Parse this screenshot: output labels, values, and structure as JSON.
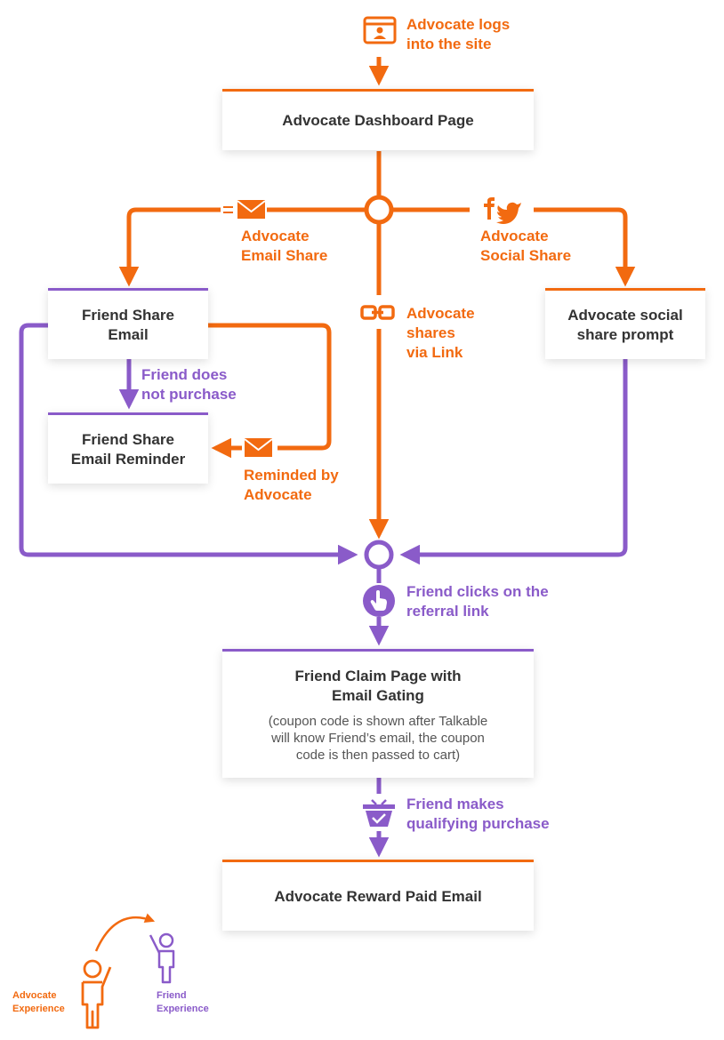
{
  "colors": {
    "advocate": "#f26a10",
    "friend": "#8a5bc9",
    "box_text": "#333333"
  },
  "steps": {
    "login": "Advocate logs\ninto the site",
    "dashboard": "Advocate Dashboard Page",
    "email_share": "Advocate\nEmail Share",
    "social_share": "Advocate\nSocial Share",
    "friend_share_email": "Friend Share\nEmail",
    "link_share": "Advocate\nshares\nvia Link",
    "social_prompt": "Advocate social\nshare prompt",
    "not_purchase": "Friend does\nnot purchase",
    "reminder": "Friend Share\nEmail Reminder",
    "reminded": "Reminded by\nAdvocate",
    "clicks": "Friend clicks on the\nreferral link",
    "claim_title": "Friend Claim Page with\nEmail Gating",
    "claim_note": "(coupon code is shown after Talkable\nwill know Friend’s email, the coupon\ncode is then passed to cart)",
    "purchase": "Friend makes\nqualifying purchase",
    "reward": "Advocate Reward Paid Email"
  },
  "legend": {
    "advocate": "Advocate\nExperience",
    "friend": "Friend\nExperience"
  },
  "icons": [
    "browser-login-icon",
    "envelope-icon",
    "facebook-icon",
    "twitter-icon",
    "link-icon",
    "pointer-hand-icon",
    "basket-icon",
    "advocate-person-icon",
    "friend-person-icon"
  ]
}
